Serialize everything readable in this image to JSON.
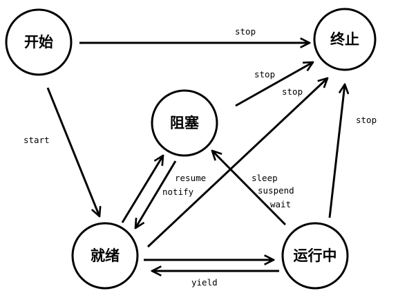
{
  "diagram": {
    "nodes": {
      "start": {
        "label": "开始"
      },
      "end": {
        "label": "终止"
      },
      "blocked": {
        "label": "阻塞"
      },
      "ready": {
        "label": "就绪"
      },
      "running": {
        "label": "运行中"
      }
    },
    "edges": {
      "start_to_end": {
        "label": "stop"
      },
      "blocked_to_end": {
        "label": "stop"
      },
      "ready_to_end": {
        "label": "stop"
      },
      "running_to_end": {
        "label": "stop"
      },
      "start_to_ready": {
        "label": "start"
      },
      "blocked_to_ready": {
        "label_line1": "resume",
        "label_line2": "notify"
      },
      "running_to_blocked": {
        "label_line1": "sleep",
        "label_line2": "suspend",
        "label_line3": "wait"
      },
      "running_to_ready": {
        "label": "yield"
      }
    },
    "colors": {
      "stroke": "#000000",
      "background": "#ffffff"
    }
  }
}
